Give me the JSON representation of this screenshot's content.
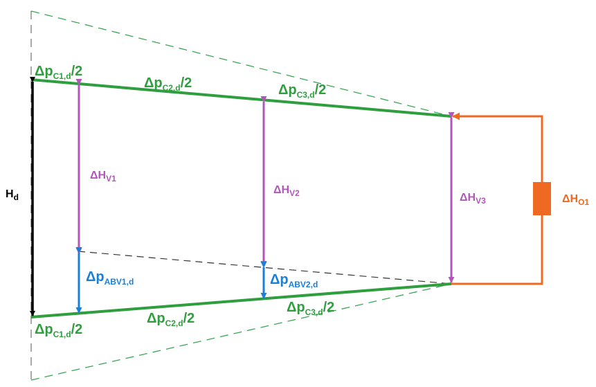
{
  "diagram": {
    "colors": {
      "green": "#2e9e3e",
      "purple": "#b157b8",
      "blue": "#1a7fd6",
      "orange": "#ee6a22",
      "black": "#000000",
      "dash_green": "#3aa655",
      "dash_black": "#333333"
    },
    "labels": {
      "top_c1": {
        "main": "Δp",
        "sub": "C1,d",
        "tail": "/2"
      },
      "top_c2": {
        "main": "Δp",
        "sub": "C2,d",
        "tail": "/2"
      },
      "top_c3": {
        "main": "Δp",
        "sub": "C3,d",
        "tail": "/2"
      },
      "bot_c1": {
        "main": "Δp",
        "sub": "C1,d",
        "tail": "/2"
      },
      "bot_c2": {
        "main": "Δp",
        "sub": "C2,d",
        "tail": "/2"
      },
      "bot_c3": {
        "main": "Δp",
        "sub": "C3,d",
        "tail": "/2"
      },
      "hv1": {
        "main": "ΔH",
        "sub": "V1"
      },
      "hv2": {
        "main": "ΔH",
        "sub": "V2"
      },
      "hv3": {
        "main": "ΔH",
        "sub": "V3"
      },
      "abv1": {
        "main": "Δp",
        "sub": "ABV1,d"
      },
      "abv2": {
        "main": "Δp",
        "sub": "ABV2,d"
      },
      "hd": {
        "main": "H",
        "sub": "d"
      },
      "ho": {
        "main": "ΔH",
        "sub": "O1"
      }
    }
  }
}
